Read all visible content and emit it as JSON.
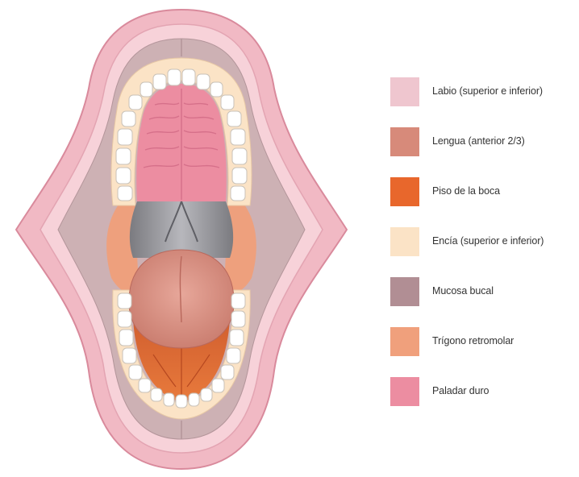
{
  "legend": [
    {
      "label": "Labio (superior e inferior)",
      "color": "#efc6cf"
    },
    {
      "label": "Lengua (anterior 2/3)",
      "color": "#d78a7a"
    },
    {
      "label": "Piso de la boca",
      "color": "#e8672c"
    },
    {
      "label": "Encía (superior e inferior)",
      "color": "#fbe3c6"
    },
    {
      "label": "Mucosa bucal",
      "color": "#b18e94"
    },
    {
      "label": "Trígono retromolar",
      "color": "#f0a07c"
    },
    {
      "label": "Paladar duro",
      "color": "#ec8da1"
    }
  ]
}
